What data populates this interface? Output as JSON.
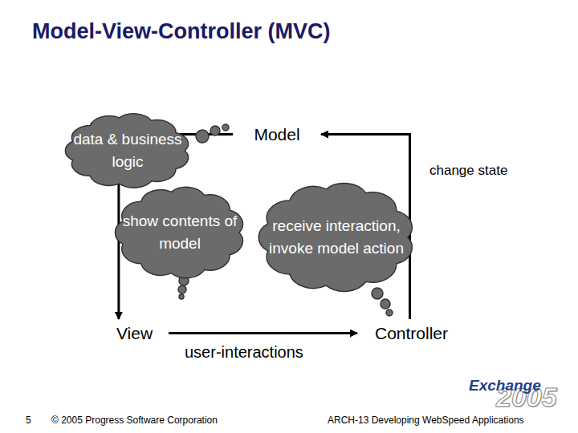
{
  "diagram": {
    "title": "Model-View-Controller (MVC)",
    "nodes": [
      {
        "text": [
          "data & business logic"
        ]
      },
      {
        "text": [
          "Model"
        ]
      },
      {
        "text": [
          "show contents of model"
        ]
      },
      {
        "text": [
          "receive interaction, invoke model action"
        ]
      },
      {
        "text": [
          "View"
        ]
      },
      {
        "text": [
          "Controller"
        ]
      }
    ],
    "edges": [
      {
        "from": 5,
        "to": 1,
        "arrow": "to",
        "label": "change state"
      },
      {
        "from": 4,
        "to": 5,
        "arrow": "to",
        "label": "user-interactions"
      },
      {
        "from": 1,
        "to": 4,
        "arrow": "to"
      }
    ],
    "labels": [
      "5",
      "© 2005 Progress Software Corporation",
      "Exchange",
      "2005",
      "ARCH-13 Developing WebSpeed Applications"
    ]
  }
}
